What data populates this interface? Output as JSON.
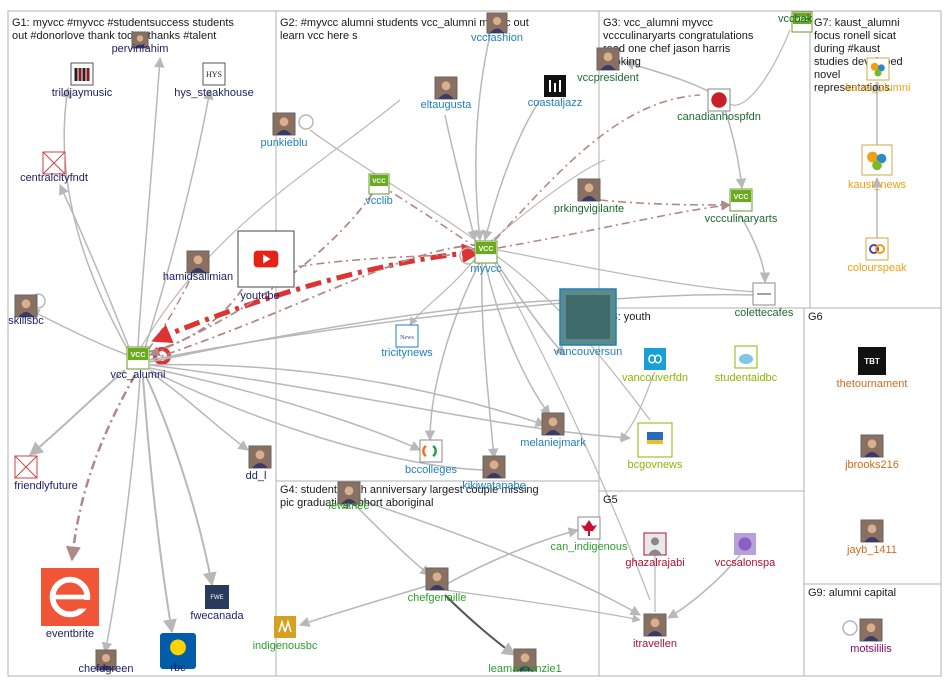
{
  "groups": [
    {
      "id": "G1",
      "label": "G1: myvcc #myvcc #studentsuccess students out #donorlove thank today thanks #talent"
    },
    {
      "id": "G2",
      "label": "G2: #myvcc alumni students vcc_alumni myvcc out learn vcc here s"
    },
    {
      "id": "G3",
      "label": "G3: vcc_alumni myvcc vccculinaryarts congratulations read one chef jason harris cooking"
    },
    {
      "id": "G7",
      "label": "G7: kaust_alumni focus ronell sicat during #kaust studies developed novel representations"
    },
    {
      "id": "G8",
      "label": "G8: youth"
    },
    {
      "id": "G6",
      "label": "G6"
    },
    {
      "id": "G4",
      "label": "G4: students 10th anniversary largest couple missing pic graduating cohort aboriginal"
    },
    {
      "id": "G5",
      "label": "G5"
    },
    {
      "id": "G9",
      "label": "G9: alumni capital"
    }
  ],
  "colors": {
    "g1": "#1b1f66",
    "g2": "#1f7fbf",
    "g3": "#1c6b2e",
    "g7": "#f0a010",
    "g8_blue": "#1f7fbf",
    "g8_green": "#8ab800",
    "g6": "#d2691e",
    "g4": "#2c9e2c",
    "g5": "#b01030",
    "g9": "#8a0a6a",
    "edge": "#b8b8b8",
    "edge_strong": "#b08888",
    "edge_red": "#dd3333"
  },
  "nodes": [
    {
      "id": "pervinfahim",
      "label": "pervinfahim",
      "color": "g1",
      "icon": "profile-photo"
    },
    {
      "id": "trilojaymusic",
      "label": "trilojaymusic",
      "color": "g1",
      "icon": "band-photo"
    },
    {
      "id": "hys_steakhouse",
      "label": "hys_steakhouse",
      "color": "g1",
      "icon": "hys-logo"
    },
    {
      "id": "centralcityfndt",
      "label": "centralcityfndt",
      "color": "g1",
      "icon": "missing-image"
    },
    {
      "id": "hamidsalimian",
      "label": "hamidsalimian",
      "color": "g1",
      "icon": "profile-photo"
    },
    {
      "id": "youtube",
      "label": "youtube",
      "color": "g1",
      "icon": "youtube-logo"
    },
    {
      "id": "skillsbc",
      "label": "skillsbc",
      "color": "g1",
      "icon": "profile-photo"
    },
    {
      "id": "vcc_alumni",
      "label": "vcc_alumni",
      "color": "g1",
      "icon": "vcc-logo"
    },
    {
      "id": "friendlyfuture",
      "label": "friendlyfuture",
      "color": "g1",
      "icon": "missing-image"
    },
    {
      "id": "dd_l",
      "label": "dd_l",
      "color": "g1",
      "icon": "profile-photo"
    },
    {
      "id": "eventbrite",
      "label": "eventbrite",
      "color": "g1",
      "icon": "eventbrite-logo"
    },
    {
      "id": "fwecanada",
      "label": "fwecanada",
      "color": "g1",
      "icon": "fwe-logo"
    },
    {
      "id": "chefdgreen",
      "label": "chefdgreen",
      "color": "g1",
      "icon": "profile-photo"
    },
    {
      "id": "rbc",
      "label": "rbc",
      "color": "g1",
      "icon": "rbc-logo"
    },
    {
      "id": "vccfashion",
      "label": "vccfashion",
      "color": "g2",
      "icon": "profile-photo"
    },
    {
      "id": "eltaugusta",
      "label": "eltaugusta",
      "color": "g2",
      "icon": "profile-photo"
    },
    {
      "id": "coastaljazz",
      "label": "coastaljazz",
      "color": "g2",
      "icon": "jazz-logo"
    },
    {
      "id": "punkieblu",
      "label": "punkieblu",
      "color": "g2",
      "icon": "profile-photo"
    },
    {
      "id": "vcclib",
      "label": "vcclib",
      "color": "g2",
      "icon": "vcc-logo"
    },
    {
      "id": "myvcc",
      "label": "myvcc",
      "color": "g2",
      "icon": "vcc-logo"
    },
    {
      "id": "tricitynews",
      "label": "tricitynews",
      "color": "g2",
      "icon": "news-logo"
    },
    {
      "id": "vancouversun",
      "label": "vancouversun",
      "color": "g2",
      "icon": "sun-logo"
    },
    {
      "id": "melaniejmark",
      "label": "melaniejmark",
      "color": "g2",
      "icon": "profile-photo"
    },
    {
      "id": "bccolleges",
      "label": "bccolleges",
      "color": "g2",
      "icon": "bc-colleges-logo"
    },
    {
      "id": "kiki",
      "label": "kikiwatanabe",
      "color": "g2",
      "icon": "profile-photo"
    },
    {
      "id": "vccpresident",
      "label": "vccpresident",
      "color": "g3",
      "icon": "profile-photo"
    },
    {
      "id": "canadianhospfdn",
      "label": "canadianhospfdn",
      "color": "g3",
      "icon": "hosp-logo"
    },
    {
      "id": "prkingvigilante",
      "label": "prkingvigilante",
      "color": "g3",
      "icon": "profile-photo"
    },
    {
      "id": "vccculinaryarts",
      "label": "vccculinaryarts",
      "color": "g3",
      "icon": "vcc-logo"
    },
    {
      "id": "colettecafes",
      "label": "colettecafes",
      "color": "g3",
      "icon": "cafe-logo"
    },
    {
      "id": "vccbakery",
      "label": "vccbak",
      "color": "g3",
      "icon": "vcc-logo"
    },
    {
      "id": "kaust_alumni",
      "label": "kaust_alumni",
      "color": "g7",
      "icon": "kaust-logo"
    },
    {
      "id": "kaust_news",
      "label": "kaust_news",
      "color": "g7",
      "icon": "kaust-logo"
    },
    {
      "id": "colourspeak",
      "label": "colourspeak",
      "color": "g7",
      "icon": "colour-logo"
    },
    {
      "id": "vancouverfdn",
      "label": "vancouverfdn",
      "color": "g8_green",
      "icon": "vf-logo"
    },
    {
      "id": "studentaidbc",
      "label": "studentaidbc",
      "color": "g8_green",
      "icon": "piggy-logo"
    },
    {
      "id": "bcgovnews",
      "label": "bcgovnews",
      "color": "g8_green",
      "icon": "bcgov-logo"
    },
    {
      "id": "thetournament",
      "label": "thetournament",
      "color": "g6",
      "icon": "tbt-logo"
    },
    {
      "id": "jbrooks216",
      "label": "jbrooks216",
      "color": "g6",
      "icon": "profile-photo"
    },
    {
      "id": "jayb_1411",
      "label": "jayb_1411",
      "color": "g6",
      "icon": "profile-photo"
    },
    {
      "id": "lewanee",
      "label": "lewanee",
      "color": "g4",
      "icon": "profile-photo"
    },
    {
      "id": "can_indigenous",
      "label": "can_indigenous",
      "color": "g4",
      "icon": "maple-logo"
    },
    {
      "id": "chefgenaille",
      "label": "chefgenaille",
      "color": "g4",
      "icon": "profile-photo"
    },
    {
      "id": "indigenousbc",
      "label": "indigenousbc",
      "color": "g4",
      "icon": "ibc-logo"
    },
    {
      "id": "leamackenzie1",
      "label": "leamackenzie1",
      "color": "g4",
      "icon": "profile-photo"
    },
    {
      "id": "ghazalrajabi",
      "label": "ghazalrajabi",
      "color": "g5",
      "icon": "default-avatar"
    },
    {
      "id": "vccsalonspa",
      "label": "vccsalonspa",
      "color": "g5",
      "icon": "salon-logo"
    },
    {
      "id": "itravellen",
      "label": "itravellen",
      "color": "g5",
      "icon": "profile-photo"
    },
    {
      "id": "motsililis",
      "label": "motsililis",
      "color": "g9",
      "icon": "profile-photo"
    }
  ]
}
